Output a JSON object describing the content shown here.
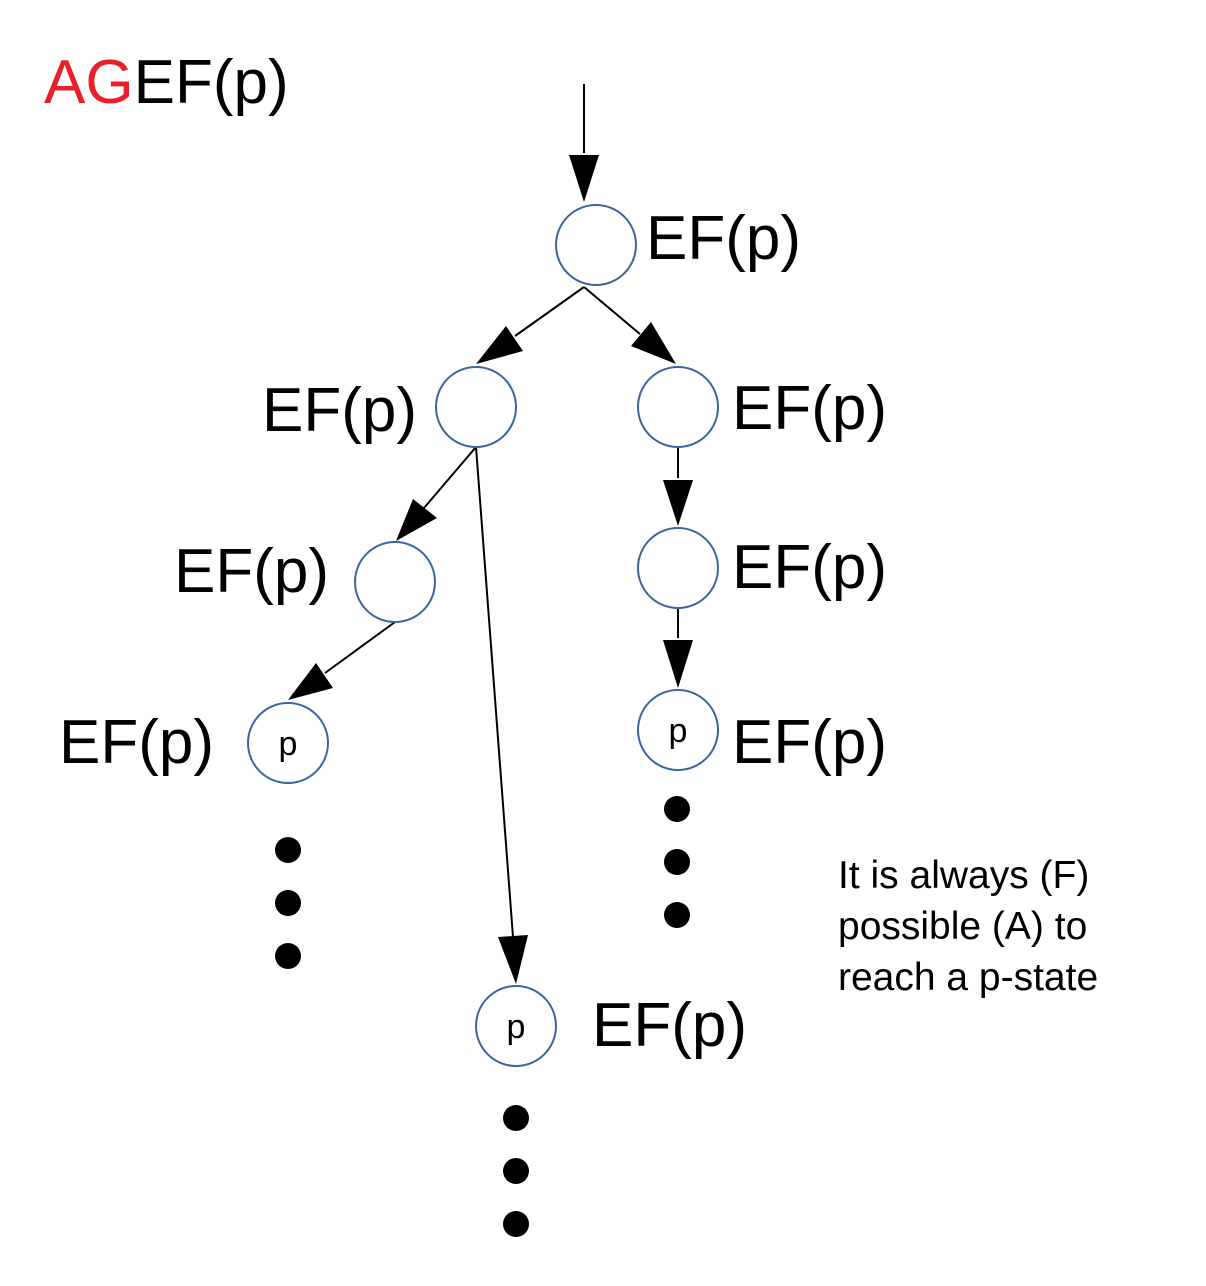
{
  "title": {
    "prefix": "AG",
    "suffix": "EF(p)",
    "prefix_color": "#e8202a",
    "suffix_color": "#000000"
  },
  "node_label": "EF(p)",
  "node_stroke_color": "#3c64a0",
  "nodes": [
    {
      "id": "n1",
      "text": ""
    },
    {
      "id": "n2",
      "text": ""
    },
    {
      "id": "n3",
      "text": ""
    },
    {
      "id": "n4",
      "text": ""
    },
    {
      "id": "n5",
      "text": ""
    },
    {
      "id": "n6",
      "text": "p"
    },
    {
      "id": "n7",
      "text": "p"
    },
    {
      "id": "n8",
      "text": "p"
    }
  ],
  "labels": {
    "n1": "EF(p)",
    "n2": "EF(p)",
    "n3": "EF(p)",
    "n4": "EF(p)",
    "n5": "EF(p)",
    "n6": "EF(p)",
    "n7": "EF(p)",
    "n8": "EF(p)"
  },
  "caption": {
    "line1": "It is always (F)",
    "line2": "possible (A) to",
    "line3": "reach a p-state"
  }
}
